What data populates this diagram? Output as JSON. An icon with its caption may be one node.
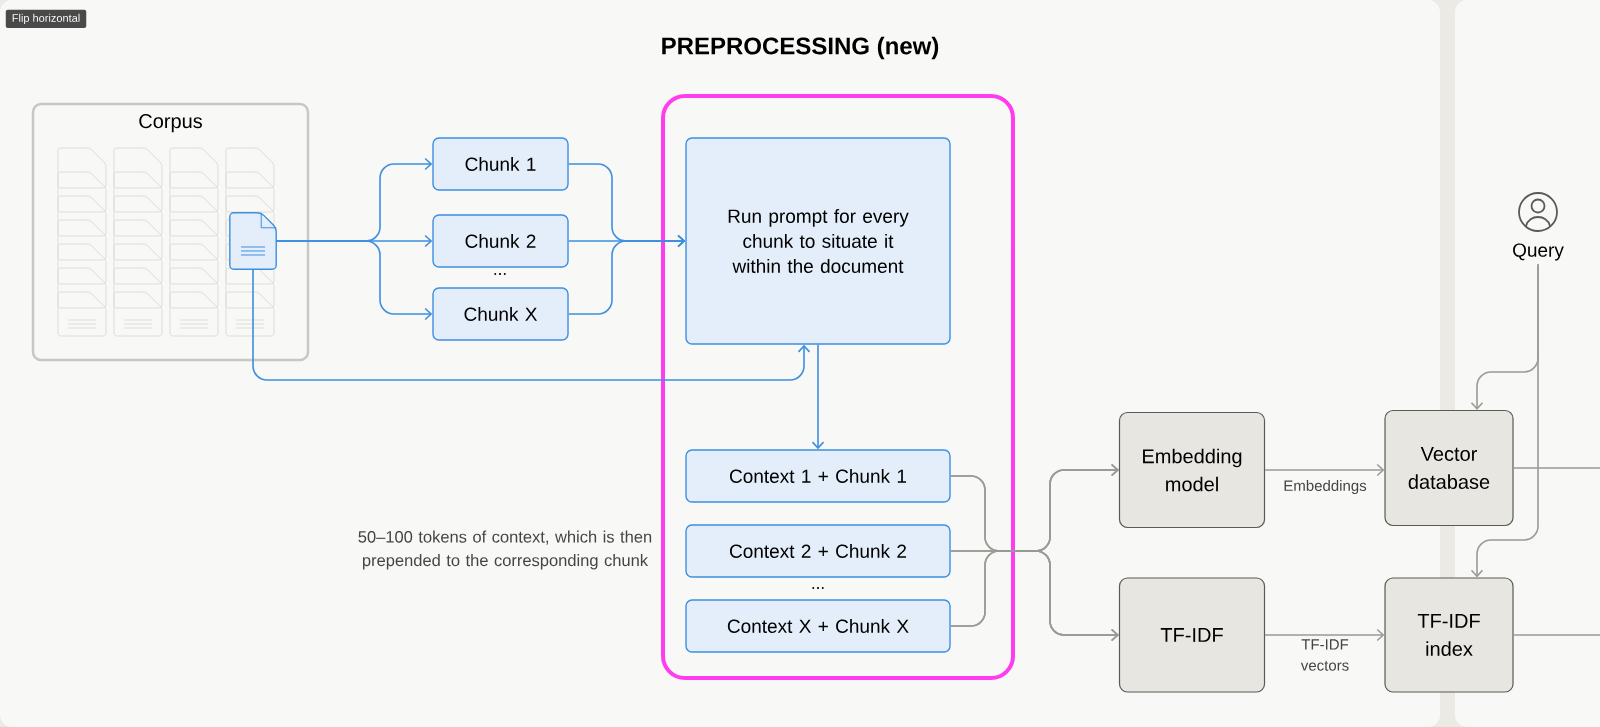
{
  "diagram": {
    "title": "PREPROCESSING (new)",
    "nodes": [
      {
        "text": [
          "Corpus"
        ]
      },
      {
        "text": [],
        "shape": "picture",
        "in": 0
      },
      {
        "text": [
          "Chunk 1"
        ]
      },
      {
        "text": [
          "Chunk 2"
        ]
      },
      {
        "text": [
          "Chunk X"
        ]
      },
      {
        "text": [],
        "shape": "box"
      },
      {
        "text": [
          "Run prompt for every chunk to situate it within the document"
        ],
        "in": 5
      },
      {
        "text": [
          "Context 1 + Chunk 1"
        ],
        "in": 5
      },
      {
        "text": [
          "Context 2 + Chunk 2"
        ],
        "in": 5
      },
      {
        "text": [
          "Context X + Chunk X"
        ],
        "in": 5
      },
      {
        "text": [
          "Embedding model"
        ]
      },
      {
        "text": [
          "TF-IDF"
        ]
      },
      {
        "text": [
          "Vector database"
        ]
      },
      {
        "text": [
          "TF-IDF index"
        ]
      },
      {
        "text": [
          "Query"
        ]
      }
    ],
    "edges": [
      {
        "from": 1,
        "to": 2,
        "arrow": "to",
        "color": "#3d8fe0"
      },
      {
        "from": 1,
        "to": 3,
        "arrow": "to",
        "color": "#3d8fe0"
      },
      {
        "from": 1,
        "to": 4,
        "arrow": "to",
        "color": "#3d8fe0"
      },
      {
        "from": 2,
        "to": 6,
        "arrow": "to",
        "color": "#3d8fe0"
      },
      {
        "from": 3,
        "to": 6,
        "arrow": "to",
        "color": "#3d8fe0"
      },
      {
        "from": 4,
        "to": 6,
        "arrow": "to",
        "color": "#3d8fe0"
      },
      {
        "from": 1,
        "to": 6,
        "arrow": "to",
        "color": "#3d8fe0"
      },
      {
        "from": 6,
        "to": 7,
        "arrow": "to",
        "color": "#3d8fe0"
      },
      {
        "from": 7,
        "to": 10,
        "arrow": "to"
      },
      {
        "from": 8,
        "to": 10,
        "arrow": "to"
      },
      {
        "from": 9,
        "to": 10,
        "arrow": "to"
      },
      {
        "from": 7,
        "to": 11,
        "arrow": "to"
      },
      {
        "from": 8,
        "to": 11,
        "arrow": "to"
      },
      {
        "from": 9,
        "to": 11,
        "arrow": "to"
      },
      {
        "from": 10,
        "to": 12,
        "arrow": "to",
        "label": "Embeddings"
      },
      {
        "from": 11,
        "to": 13,
        "arrow": "to",
        "label": "TF-IDF vectors"
      },
      {
        "from": 14,
        "to": 12,
        "arrow": "to"
      },
      {
        "from": 14,
        "to": 13,
        "arrow": "to"
      },
      {
        "from": 12,
        "to": null,
        "arrow": "none"
      },
      {
        "from": 13,
        "to": null,
        "arrow": "none"
      }
    ],
    "labels": [
      "Flip horizontal",
      "...",
      "50–100 tokens of context, which is then prepended to the corresponding chunk",
      "..."
    ]
  }
}
